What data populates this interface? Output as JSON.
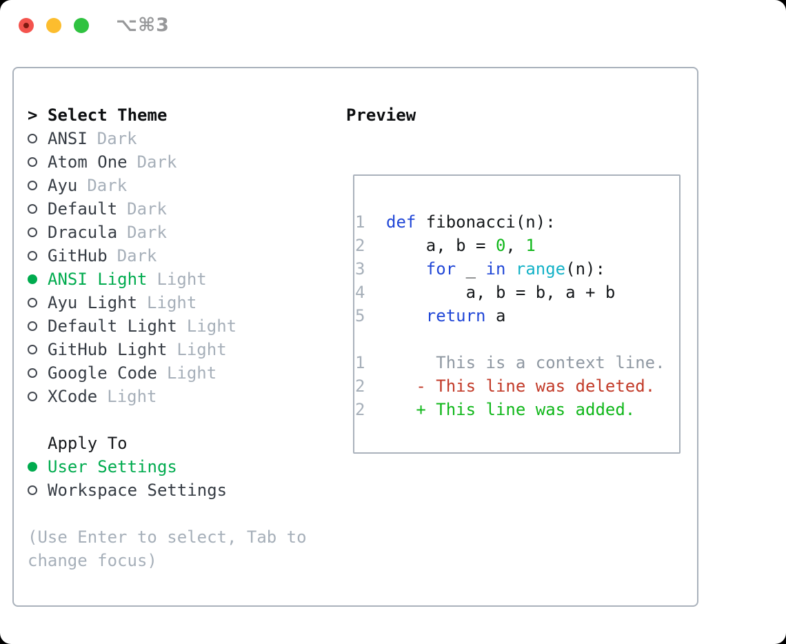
{
  "titlebar": {
    "shortcut": "⌥⌘3",
    "buttons": [
      "close",
      "minimize",
      "zoom"
    ]
  },
  "theme_picker": {
    "cursor": ">",
    "title": "Select Theme",
    "items": [
      {
        "label": "ANSI",
        "badge": "Dark",
        "selected": false
      },
      {
        "label": "Atom One",
        "badge": "Dark",
        "selected": false
      },
      {
        "label": "Ayu",
        "badge": "Dark",
        "selected": false
      },
      {
        "label": "Default",
        "badge": "Dark",
        "selected": false
      },
      {
        "label": "Dracula",
        "badge": "Dark",
        "selected": false
      },
      {
        "label": "GitHub",
        "badge": "Dark",
        "selected": false
      },
      {
        "label": "ANSI Light",
        "badge": "Light",
        "selected": true
      },
      {
        "label": "Ayu Light",
        "badge": "Light",
        "selected": false
      },
      {
        "label": "Default Light",
        "badge": "Light",
        "selected": false
      },
      {
        "label": "GitHub Light",
        "badge": "Light",
        "selected": false
      },
      {
        "label": "Google Code",
        "badge": "Light",
        "selected": false
      },
      {
        "label": "XCode",
        "badge": "Light",
        "selected": false
      }
    ]
  },
  "apply_to": {
    "title": "Apply To",
    "items": [
      {
        "label": "User Settings",
        "selected": true
      },
      {
        "label": "Workspace Settings",
        "selected": false
      }
    ]
  },
  "help_text": {
    "lines": [
      "(Use Enter to select, Tab to",
      "change focus)"
    ]
  },
  "preview": {
    "title": "Preview",
    "code_lines": [
      {
        "num": "1",
        "segments": [
          {
            "t": "def",
            "c": "kw"
          },
          {
            "t": " fibonacci(n):",
            "c": "plain"
          }
        ]
      },
      {
        "num": "2",
        "segments": [
          {
            "t": "    a, b = ",
            "c": "plain"
          },
          {
            "t": "0",
            "c": "num"
          },
          {
            "t": ", ",
            "c": "plain"
          },
          {
            "t": "1",
            "c": "num"
          }
        ]
      },
      {
        "num": "3",
        "segments": [
          {
            "t": "    ",
            "c": "plain"
          },
          {
            "t": "for",
            "c": "kw"
          },
          {
            "t": " _ ",
            "c": "plain"
          },
          {
            "t": "in",
            "c": "kw"
          },
          {
            "t": " ",
            "c": "plain"
          },
          {
            "t": "range",
            "c": "fn"
          },
          {
            "t": "(n):",
            "c": "plain"
          }
        ]
      },
      {
        "num": "4",
        "segments": [
          {
            "t": "        a, b = b, a + b",
            "c": "plain"
          }
        ]
      },
      {
        "num": "5",
        "segments": [
          {
            "t": "    ",
            "c": "plain"
          },
          {
            "t": "return",
            "c": "kw"
          },
          {
            "t": " a",
            "c": "plain"
          }
        ]
      }
    ],
    "diff_lines": [
      {
        "num": "1",
        "segments": [
          {
            "t": "     This is a context line.",
            "c": "ctx"
          }
        ]
      },
      {
        "num": "2",
        "segments": [
          {
            "t": "   ",
            "c": "plain"
          },
          {
            "t": "- This line was deleted.",
            "c": "del"
          }
        ]
      },
      {
        "num": "2",
        "segments": [
          {
            "t": "   ",
            "c": "plain"
          },
          {
            "t": "+ This line was added.",
            "c": "add"
          }
        ]
      }
    ]
  },
  "colors": {
    "keyword_blue": "#2147d7",
    "builtin_cyan": "#14b2c7",
    "number_green": "#10b71a",
    "added_green": "#10b71a",
    "deleted_red": "#c23a28",
    "selected_green": "#00ab4e",
    "muted_gray": "#a6afb9",
    "context_gray": "#8f98a2",
    "item_dark": "#363c44",
    "code_plain": "#14171a",
    "frame_gray": "#a9b1bb",
    "title_gray": "#97989a",
    "traffic_red": "#f4534d",
    "traffic_red_dot": "#7f1a10",
    "traffic_yellow": "#fcbd2e",
    "traffic_green": "#2fc240"
  }
}
